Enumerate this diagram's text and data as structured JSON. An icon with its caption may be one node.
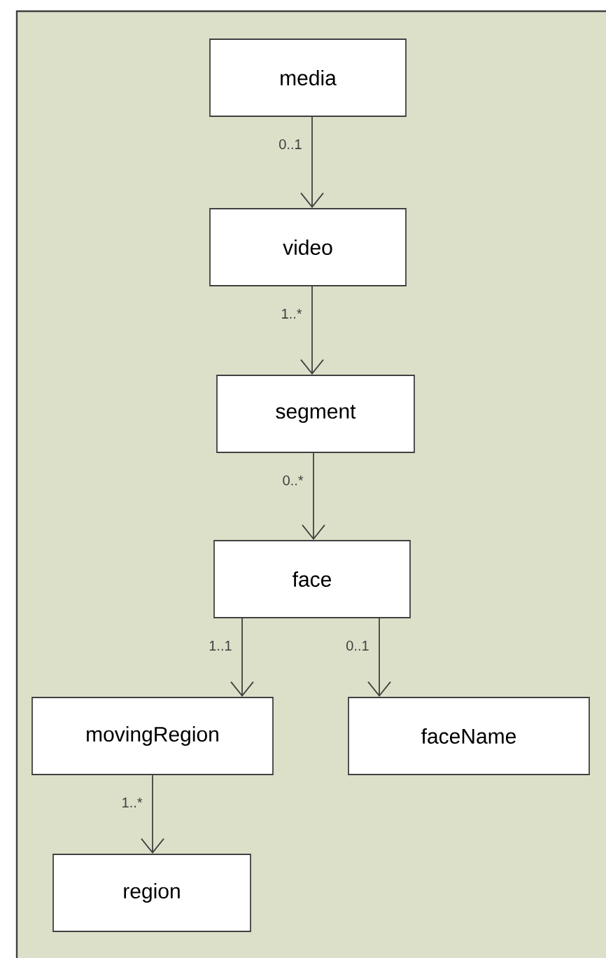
{
  "diagram": {
    "nodes": [
      {
        "text": [
          "media"
        ]
      },
      {
        "text": [
          "video"
        ]
      },
      {
        "text": [
          "segment"
        ]
      },
      {
        "text": [
          "face"
        ]
      },
      {
        "text": [
          "movingRegion"
        ]
      },
      {
        "text": [
          "faceName"
        ]
      },
      {
        "text": [
          "region"
        ]
      }
    ],
    "edges": [
      {
        "from": 0,
        "to": 1,
        "arrow": "to",
        "label": "0..1"
      },
      {
        "from": 1,
        "to": 2,
        "arrow": "to",
        "label": "1..*"
      },
      {
        "from": 2,
        "to": 3,
        "arrow": "to",
        "label": "0..*"
      },
      {
        "from": 3,
        "to": 4,
        "arrow": "to",
        "label": "1..1"
      },
      {
        "from": 3,
        "to": 5,
        "arrow": "to",
        "label": "0..1"
      },
      {
        "from": 4,
        "to": 6,
        "arrow": "to",
        "label": "1..*"
      }
    ]
  }
}
